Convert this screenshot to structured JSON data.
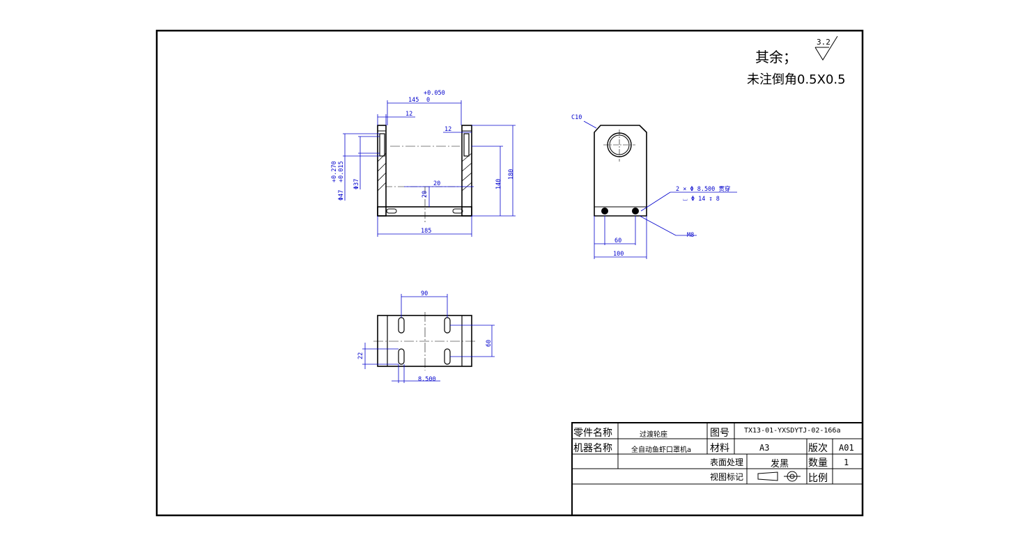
{
  "notes": {
    "rest_label": "其余；",
    "roughness": "3.2",
    "chamfer_note": "未注倒角0.5X0.5"
  },
  "front_view": {
    "dim_top_tol_upper": "+0.050",
    "dim_top_value": "145",
    "dim_top_tol_lower": "0",
    "dim_left_flange": "12",
    "dim_right_flange": "12",
    "dim_height_total": "180",
    "dim_height_inner": "140",
    "dim_bore_tol_upper": "+0.270",
    "dim_bore_tol_lower": "+0.015",
    "dim_bore_outer": "Φ47",
    "dim_bore_inner": "Φ37",
    "dim_base_thickness": "20",
    "dim_inner_offset": "20",
    "dim_width": "185"
  },
  "side_view": {
    "chamfer": "C10",
    "hole_note_line1": "2 × Φ 8.500 贯穿",
    "hole_note_line2": "⌴ Φ 14 ↧ 8",
    "thread": "M8",
    "dim_hole_spacing": "60",
    "dim_width": "100"
  },
  "top_view": {
    "dim_slot_spacing": "90",
    "dim_slot_vertical": "60",
    "dim_slot_length": "22",
    "dim_slot_width": "8.500"
  },
  "title_block": {
    "part_name_label": "零件名称",
    "part_name_value": "过渡轮座",
    "drawing_no_label": "图号",
    "drawing_no_value": "TX13-01-YXSDYTJ-02-166a",
    "machine_label": "机器名称",
    "machine_value": "全自动鱼虾口罩机a",
    "material_label": "材料",
    "material_value": "A3",
    "version_label": "版次",
    "version_value": "A01",
    "surface_label": "表面处理",
    "surface_value": "发黑",
    "quantity_label": "数量",
    "quantity_value": "1",
    "view_mark_label": "视图标记",
    "scale_label": "比例"
  }
}
